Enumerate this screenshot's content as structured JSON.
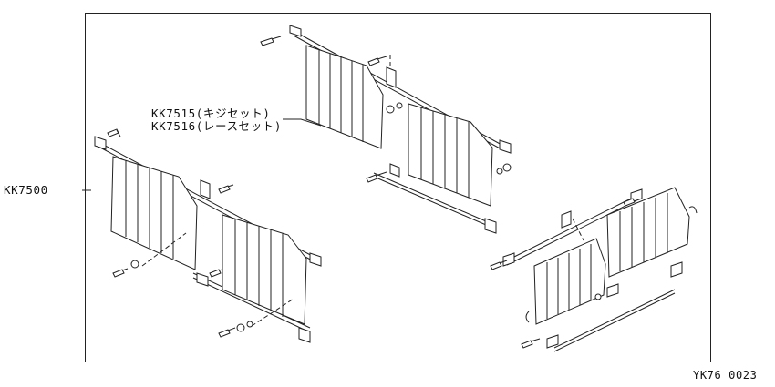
{
  "labels": {
    "assembly": "KK7500",
    "part_1": "KK7515(キジセット)",
    "part_2": "KK7516(レースセット)",
    "reference": "YK76 0023"
  }
}
